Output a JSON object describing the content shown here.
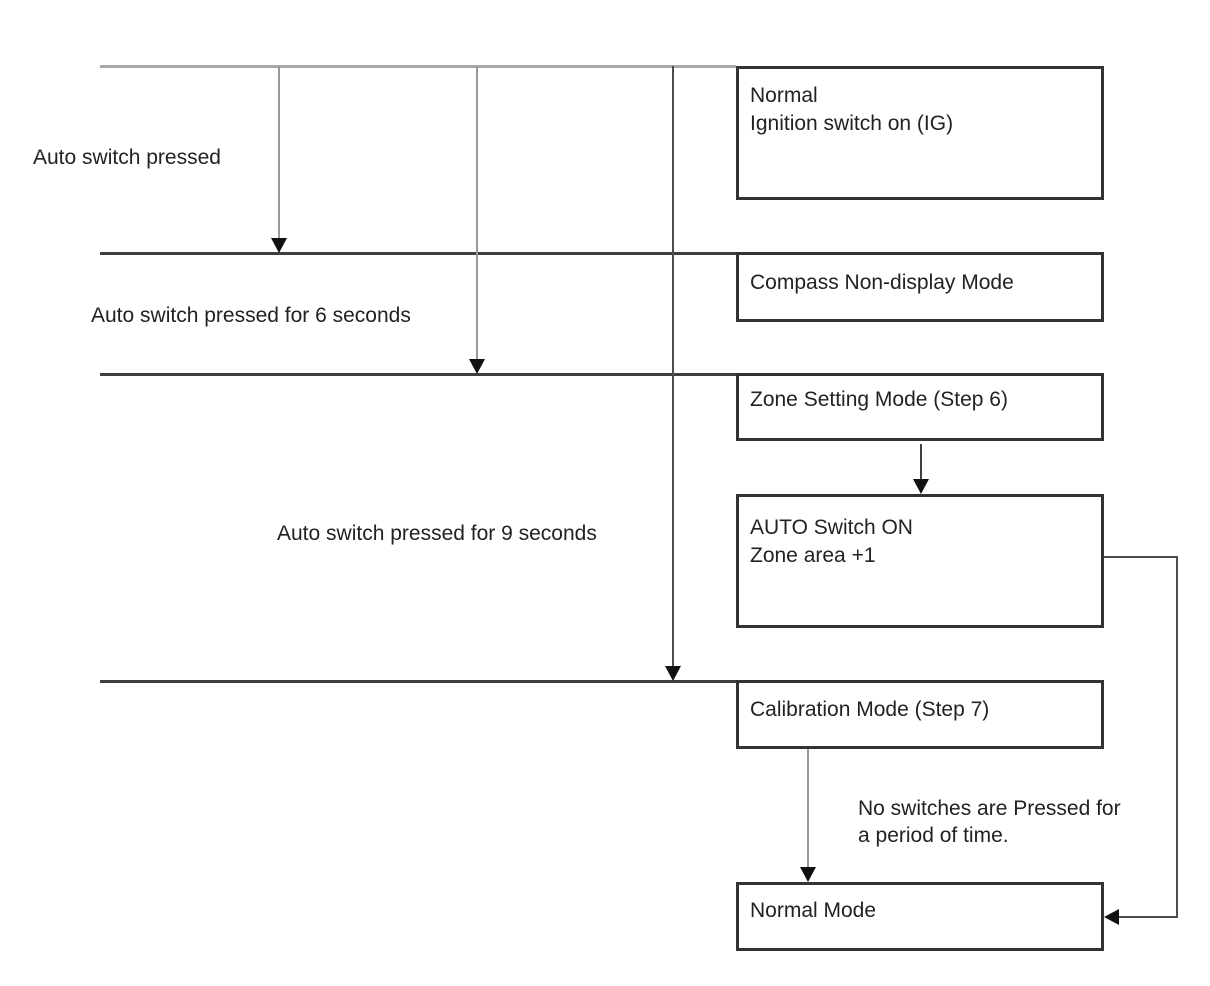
{
  "boxes": {
    "normal_ig": {
      "line1": "Normal",
      "line2": "Ignition switch on (IG)"
    },
    "compass": {
      "line1": "Compass Non-display Mode"
    },
    "zone": {
      "line1": "Zone Setting Mode (Step 6)"
    },
    "auto_on": {
      "line1": "AUTO Switch ON",
      "line2": "Zone area +1"
    },
    "calibration": {
      "line1": "Calibration Mode (Step 7)"
    },
    "normal_mode": {
      "line1": "Normal Mode"
    }
  },
  "edge_labels": {
    "auto_switch_pressed": "Auto switch pressed",
    "auto_switch_pressed_6s": "Auto switch pressed for 6 seconds",
    "auto_switch_pressed_9s": "Auto switch pressed for 9 seconds",
    "no_switch_line1": "No switches are Pressed for",
    "no_switch_line2": "a period of time."
  },
  "colors": {
    "background": "#ffffff",
    "box_border": "#333333",
    "level_line_dark": "#3f3f3f",
    "level_line_top_gray": "#a8a8a8",
    "arrow_line_gray": "#999999",
    "arrow_line_dark": "#4d4d4d",
    "arrowhead": "#111111",
    "text": "#222222"
  }
}
